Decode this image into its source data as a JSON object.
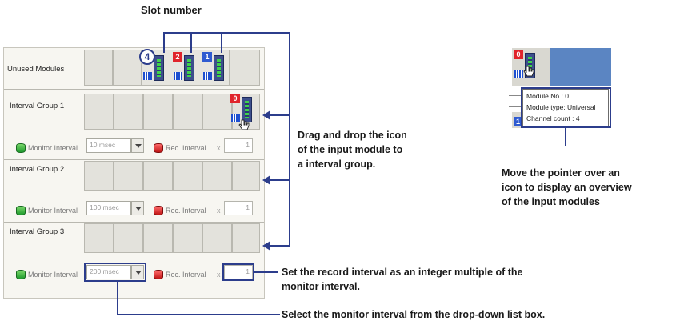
{
  "title_annotation": "Slot number",
  "unused_modules": {
    "label": "Unused Modules",
    "modules": [
      {
        "number": "4",
        "badge_color": "#ffffff",
        "highlighted": true
      },
      {
        "number": "2",
        "badge_color": "#e0242b"
      },
      {
        "number": "1",
        "badge_color": "#2f5bd1"
      }
    ]
  },
  "groups": [
    {
      "label": "Interval Group 1",
      "module": {
        "number": "0",
        "badge_color": "#e0242b"
      },
      "monitor_label": "Monitor Interval",
      "monitor_value": "10 msec",
      "rec_label": "Rec. Interval",
      "x_label": "x",
      "multiplier": "1"
    },
    {
      "label": "Interval Group 2",
      "monitor_label": "Monitor Interval",
      "monitor_value": "100 msec",
      "rec_label": "Rec. Interval",
      "x_label": "x",
      "multiplier": "1"
    },
    {
      "label": "Interval Group 3",
      "monitor_label": "Monitor Interval",
      "monitor_value": "200 msec",
      "rec_label": "Rec. Interval",
      "x_label": "x",
      "multiplier": "1"
    }
  ],
  "annotations": {
    "drag": [
      "Drag and drop the icon",
      "of the input module to",
      "a interval group."
    ],
    "hover": [
      "Move the pointer over an",
      "icon to display an overview",
      "of the input modules"
    ],
    "record": [
      "Set the record interval as an integer multiple of the",
      "monitor interval."
    ],
    "select": "Select the monitor interval from the drop-down list box."
  },
  "tooltip": {
    "badge_top": "0",
    "badge_bottom": "1",
    "lines": [
      "Module No.: 0",
      "Module type: Universal",
      "Channel count   : 4"
    ]
  },
  "colors": {
    "annotation_line": "#2c3d8c",
    "accent_red": "#e0242b",
    "accent_blue": "#2f5bd1",
    "tooltip_bg": "#5b85c2"
  }
}
